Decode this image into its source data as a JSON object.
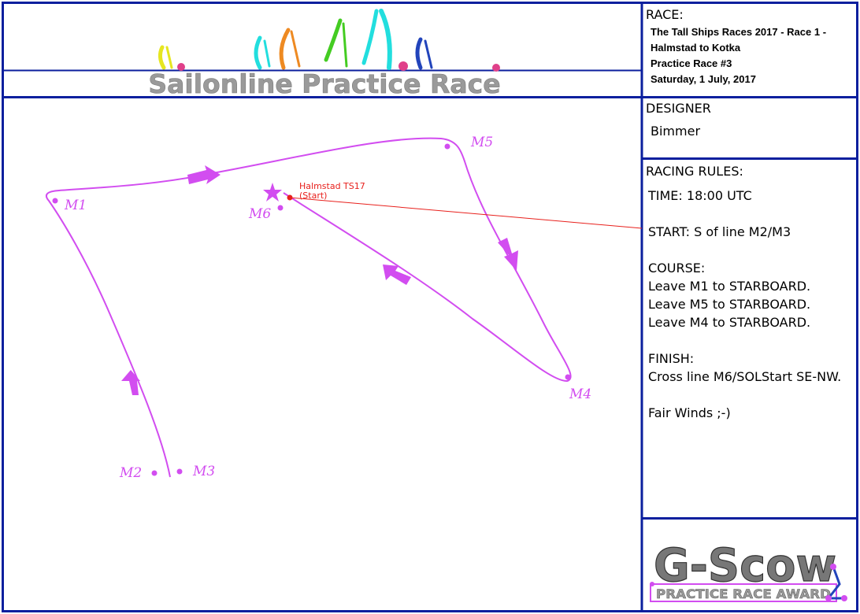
{
  "colors": {
    "border": "#0b1f9e",
    "course": "#d24df0",
    "start_line": "#e8201c",
    "banner_text": "#9a9a9a",
    "logo_text": "#777777"
  },
  "banner": {
    "title": "Sailonline Practice Race"
  },
  "race": {
    "heading": "RACE:",
    "lines": [
      "The Tall Ships Races 2017 - Race 1 -",
      "Halmstad to Kotka",
      "Practice Race #3",
      "Saturday, 1 July, 2017"
    ]
  },
  "designer": {
    "heading": "DESIGNER",
    "name": "Bimmer"
  },
  "rules": {
    "heading": "RACING RULES:",
    "lines": [
      "TIME: 18:00 UTC",
      "",
      "START: S of line M2/M3",
      "",
      "COURSE:",
      "Leave M1 to STARBOARD.",
      "Leave M5 to STARBOARD.",
      "Leave M4 to STARBOARD.",
      "",
      "FINISH:",
      "Cross line M6/SOLStart SE-NW.",
      "",
      "Fair Winds ;-)"
    ]
  },
  "map": {
    "start_label": "Halmstad TS17",
    "start_sub": "(Start)",
    "marks": [
      "M1",
      "M2",
      "M3",
      "M4",
      "M5",
      "M6"
    ]
  },
  "logo": {
    "title": "G-Scow",
    "subtitle": "PRACTICE RACE AWARD"
  }
}
